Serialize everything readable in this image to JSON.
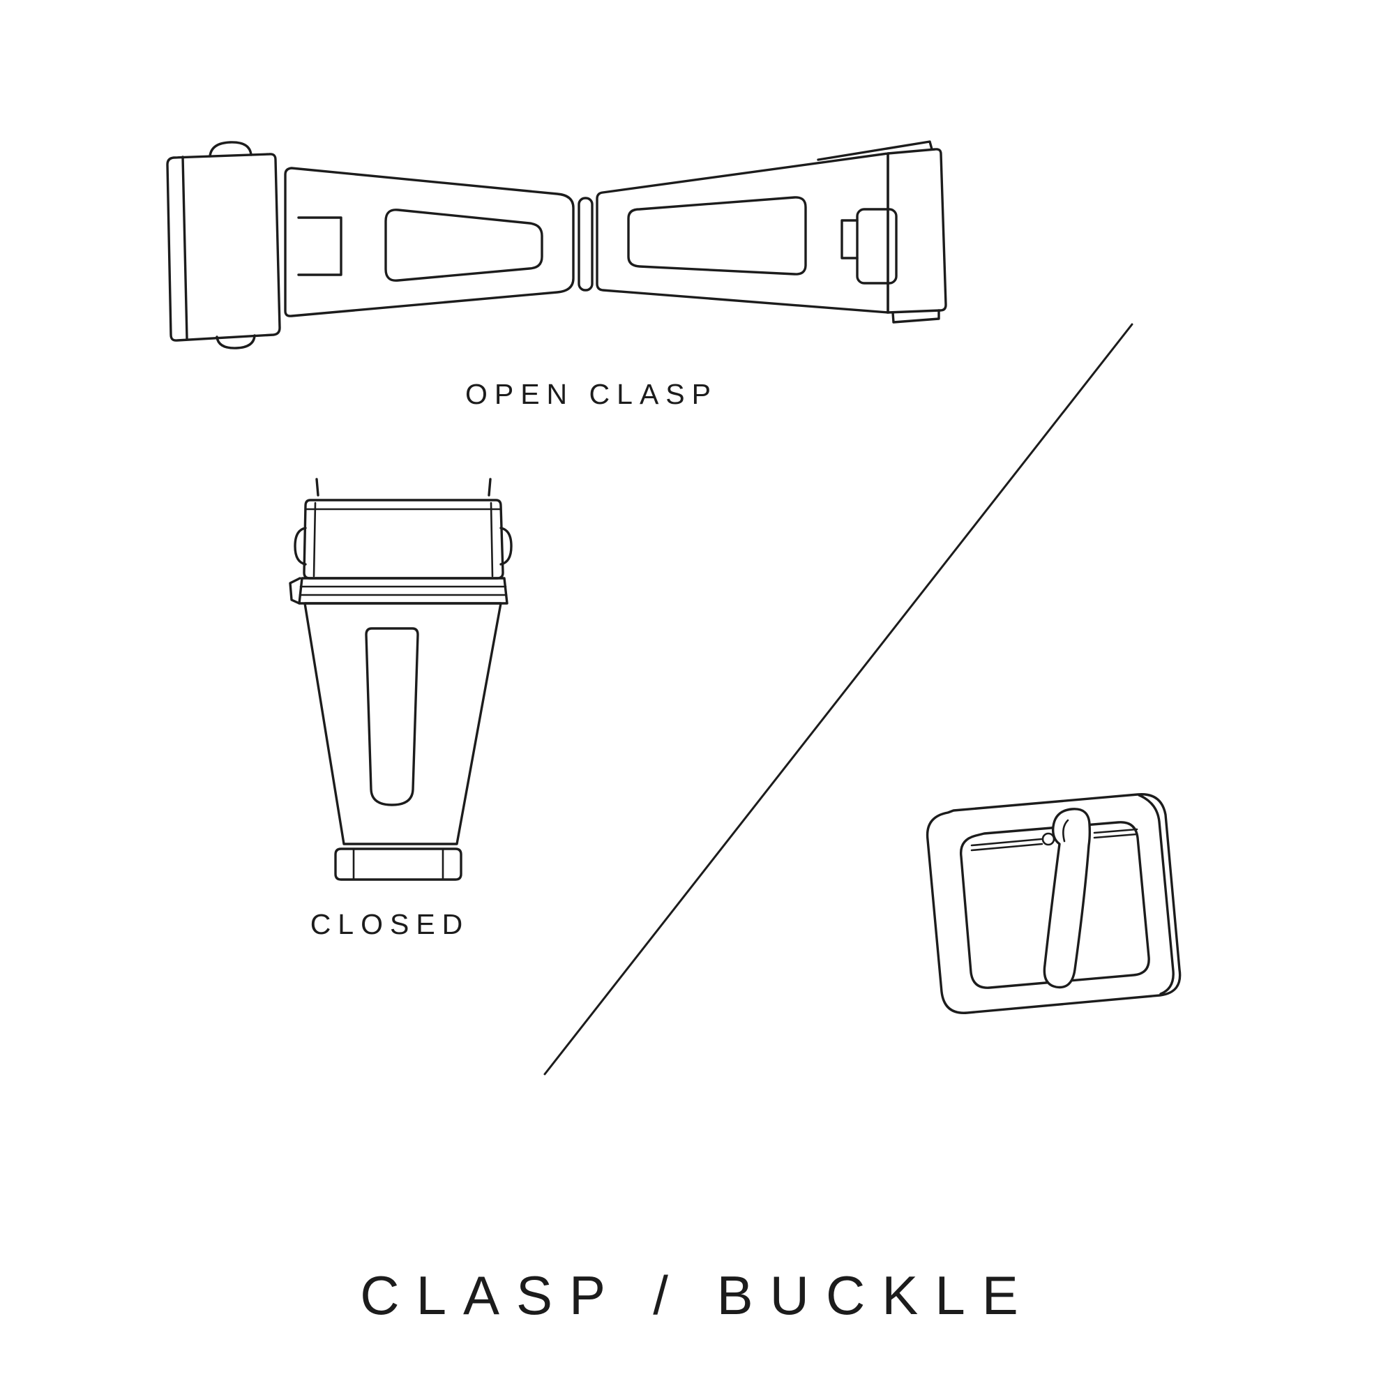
{
  "page": {
    "background_color": "#ffffff",
    "line_color": "#1c1c1c",
    "text_color": "#1c1c1c"
  },
  "title": "CLASP / BUCKLE",
  "labels": {
    "open_clasp": "OPEN CLASP",
    "closed": "CLOSED"
  },
  "illustrations": {
    "open_clasp": "open-clasp-line-drawing",
    "closed_clasp": "closed-clasp-line-drawing",
    "buckle": "tang-buckle-line-drawing",
    "divider": "diagonal-divider-line"
  }
}
